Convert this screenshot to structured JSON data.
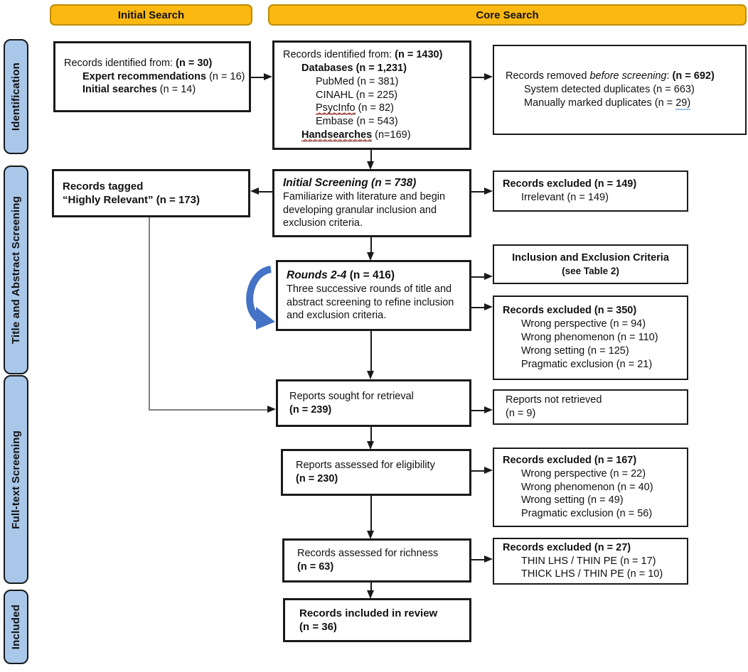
{
  "headers": {
    "initial_search": "Initial Search",
    "core_search": "Core Search"
  },
  "sidebar": {
    "identification": "Identification",
    "title_abstract": "Title and Abstract Screening",
    "fulltext": "Full-text Screening",
    "included": "Included"
  },
  "boxes": {
    "records_initial": {
      "l1_pre": "Records identified from: ",
      "l1_n": "(n = 30)",
      "item1_b": "Expert recommendations",
      "item1_r": " (n = 16)",
      "item2_b": "Initial searches",
      "item2_r": " (n = 14)"
    },
    "records_core": {
      "l1_pre": "Records identified from: ",
      "l1_n": "(n = 1430)",
      "databases_label": "Databases (n = 1,231)",
      "src_pubmed": "PubMed (n = 381)",
      "src_cinahl": "CINAHL (n = 225)",
      "src_psycinfo": "PsycInfo",
      "src_psycinfo_n": " (n = 82)",
      "src_embase": "Embase (n = 543)",
      "handsearches_label": "Handsearches",
      "handsearches_n": " (n=169)"
    },
    "records_removed": {
      "l1_pre": "Records removed ",
      "l1_italic": "before screening",
      "l1_colon": ": ",
      "l1_n": "(n = 692)",
      "item1": "System detected duplicates (n = 663)",
      "item2_pre": "Manually marked duplicates (n = ",
      "item2_u": "29)"
    },
    "records_tagged": {
      "line1": "Records tagged",
      "line2": "“Highly Relevant” (n = 173)"
    },
    "initial_screening": {
      "title": "Initial Screening (n = 738)",
      "body1": "Familiarize with literature and begin",
      "body2": "developing granular inclusion and",
      "body3": "exclusion criteria."
    },
    "excluded_149": {
      "title": "Records excluded (n = 149)",
      "items": [
        "Irrelevant (n = 149)"
      ]
    },
    "rounds": {
      "title_italic": "Rounds 2-4",
      "title_n": " (n = 416)",
      "body1": "Three successive rounds of title and",
      "body2": "abstract screening to refine inclusion",
      "body3": "and exclusion criteria."
    },
    "criteria": {
      "line1": "Inclusion and Exclusion Criteria",
      "line2": "(see Table 2)"
    },
    "excluded_350": {
      "title": "Records excluded (n = 350)",
      "items": [
        "Wrong perspective (n = 94)",
        "Wrong phenomenon (n = 110)",
        "Wrong setting (n = 125)",
        "Pragmatic exclusion (n = 21)"
      ]
    },
    "reports_sought": {
      "line1": "Reports sought for retrieval",
      "line2": "(n = 239)"
    },
    "not_retrieved": {
      "line1": "Reports not retrieved",
      "line2": "(n = 9)"
    },
    "assessed_eligibility": {
      "line1": "Reports assessed for eligibility",
      "line2": "(n = 230)"
    },
    "excluded_167": {
      "title": "Records excluded (n = 167)",
      "items": [
        "Wrong perspective (n = 22)",
        "Wrong phenomenon (n = 40)",
        "Wrong setting (n = 49)",
        "Pragmatic exclusion (n = 56)"
      ]
    },
    "assessed_richness": {
      "line1": "Records assessed for richness",
      "line2": "(n = 63)"
    },
    "excluded_27": {
      "title": "Records excluded (n = 27)",
      "items": [
        "THIN LHS / THIN PE (n = 17)",
        "THICK LHS / THIN PE (n = 10)"
      ]
    },
    "included_review": {
      "line1": "Records included in review",
      "line2": "(n = 36)"
    }
  },
  "colors": {
    "header_fill": "#FBB811",
    "header_border": "#BD8D00",
    "sidebar_fill": "#A9C7E9",
    "sidebar_border": "#16191D",
    "box_border": "#1A1A1A",
    "connector": "#1A1A1A",
    "connector_gray": "#7F7F7F",
    "loop_arrow_blue": "#4472C4",
    "squiggle_red": "#E0342B",
    "underline_blue": "#9DC3E6"
  }
}
